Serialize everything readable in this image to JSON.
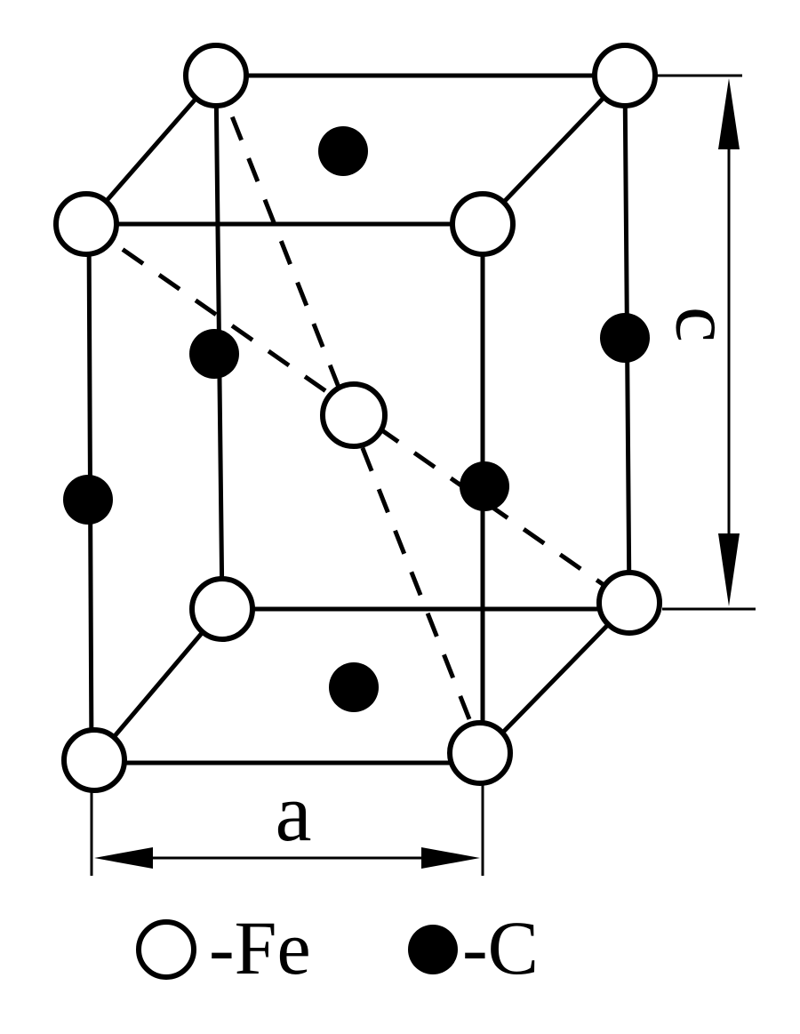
{
  "labels": {
    "a": "a",
    "c": "c"
  },
  "legend": {
    "fe_label": "-Fe",
    "c_label": "-C"
  },
  "colors": {
    "fe_fill": "#ffffff",
    "c_fill": "#000000",
    "stroke": "#000000"
  }
}
